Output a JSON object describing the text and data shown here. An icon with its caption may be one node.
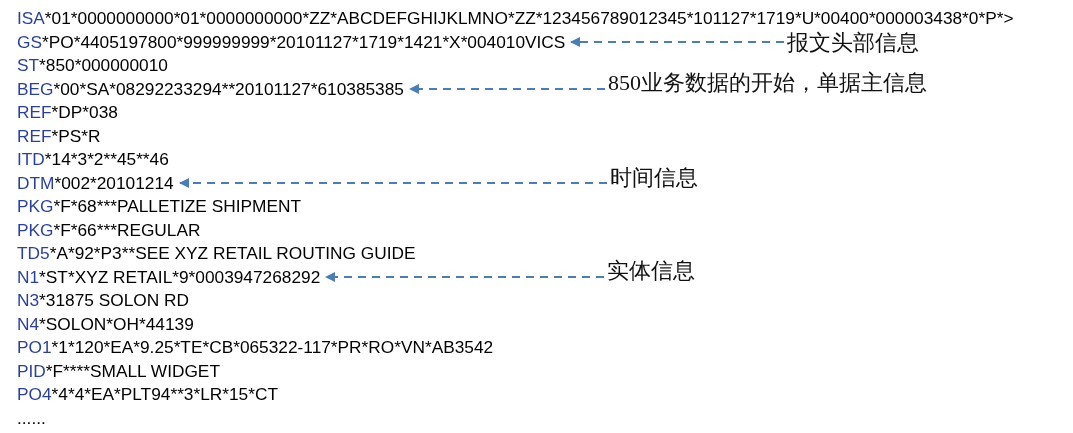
{
  "diagram": {
    "nodes": [
      {
        "text": [
          "GS*PO*4405197800*999999999*20101127*1719*1421*X*004010VICS"
        ]
      },
      {
        "text": [
          "报文头部信息"
        ]
      },
      {
        "text": [
          "BEG*00*SA*08292233294**20101127*610385385"
        ]
      },
      {
        "text": [
          "850业务数据的开始，单据主信息"
        ]
      },
      {
        "text": [
          "DTM*002*20101214"
        ]
      },
      {
        "text": [
          "时间信息"
        ]
      },
      {
        "text": [
          "N1*ST*XYZ RETAIL*9*0003947268292"
        ]
      },
      {
        "text": [
          "实体信息"
        ]
      }
    ],
    "edges": [
      {
        "from": 1,
        "to": 0,
        "arrow": "to",
        "style": "dashed"
      },
      {
        "from": 3,
        "to": 2,
        "arrow": "to",
        "style": "dashed"
      },
      {
        "from": 5,
        "to": 4,
        "arrow": "to",
        "style": "dashed"
      },
      {
        "from": 7,
        "to": 6,
        "arrow": "to",
        "style": "dashed"
      }
    ],
    "labels": [
      "ISA*01*0000000000*01*0000000000*ZZ*ABCDEFGHIJKLMNO*ZZ*123456789012345*101127*1719*U*00400*000003438*0*P*>",
      "ST*850*000000010",
      "REF*DP*038",
      "REF*PS*R",
      "ITD*14*3*2**45**46",
      "PKG*F*68***PALLETIZE SHIPMENT",
      "PKG*F*66***REGULAR",
      "TD5*A*92*P3**SEE XYZ RETAIL ROUTING GUIDE",
      "N3*31875 SOLON RD",
      "N4*SOLON*OH*44139",
      "PO1*1*120*EA*9.25*TE*CB*065322-117*PR*RO*VN*AB3542",
      "PID*F****SMALL WIDGET",
      "PO4*4*4*EA*PLT94**3*LR*15*CT",
      "......"
    ]
  }
}
